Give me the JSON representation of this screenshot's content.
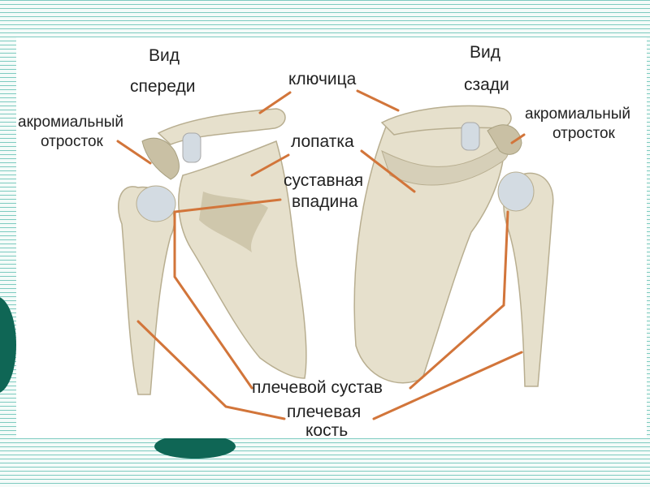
{
  "labels": {
    "front_view_1": "Вид",
    "front_view_2": "спереди",
    "back_view_1": "Вид",
    "back_view_2": "сзади",
    "clavicle": "ключица",
    "acromion_left_1": "акромиальный",
    "acromion_left_2": "отросток",
    "acromion_right_1": "акромиальный",
    "acromion_right_2": "отросток",
    "scapula": "лопатка",
    "glenoid_1": "суставная",
    "glenoid_2": "впадина",
    "shoulder_joint": "плечевой сустав",
    "humerus_1": "плечевая",
    "humerus_2": "кость"
  },
  "colors": {
    "bone": "#e6e0cc",
    "bone_shadow": "#c9c0a4",
    "bone_dark": "#b8ae90",
    "cartilage": "#d3dbe2",
    "leader_line": "#d2753a",
    "background_stripe": "#7ecbc0",
    "accent_dark": "#0f6655"
  }
}
